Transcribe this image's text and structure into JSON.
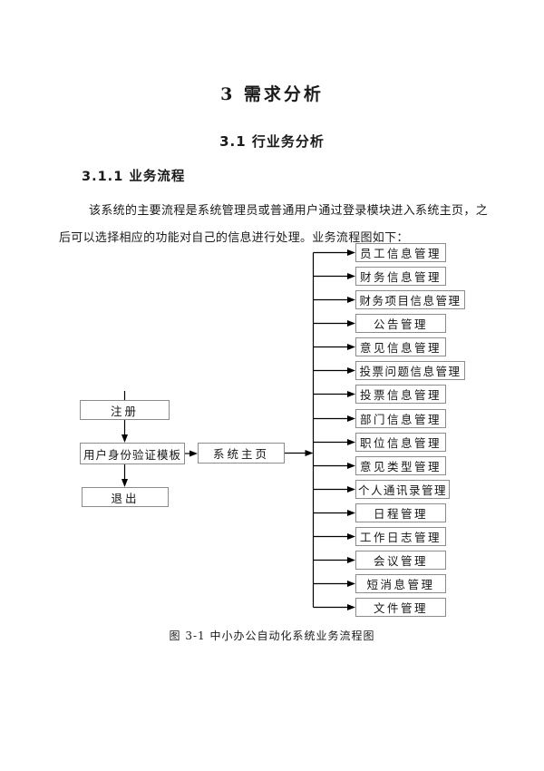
{
  "page": {
    "title": "3  需求分析",
    "section_heading": "3.1 行业务分析",
    "subsection_heading": "3.1.1 业务流程",
    "paragraph": "该系统的主要流程是系统管理员或普通用户通过登录模块进入系统主页，之后可以选择相应的功能对自己的信息进行处理。业务流程图如下：",
    "figure_caption": "图 3-1 中小办公自动化系统业务流程图"
  },
  "flowchart": {
    "left_nodes": {
      "register": "注册",
      "auth": "用户身份验证模板",
      "home": "系统主页",
      "exit": "退出"
    },
    "modules": [
      "员工信息管理",
      "财务信息管理",
      "财务项目信息管理",
      "公告管理",
      "意见信息管理",
      "投票问题信息管理",
      "投票信息管理",
      "部门信息管理",
      "职位信息管理",
      "意见类型管理",
      "个人通讯录管理",
      "日程管理",
      "工作日志管理",
      "会议管理",
      "短消息管理",
      "文件管理"
    ]
  },
  "colors": {
    "line_color": "#000000",
    "box_border": "#8c8c8c"
  }
}
